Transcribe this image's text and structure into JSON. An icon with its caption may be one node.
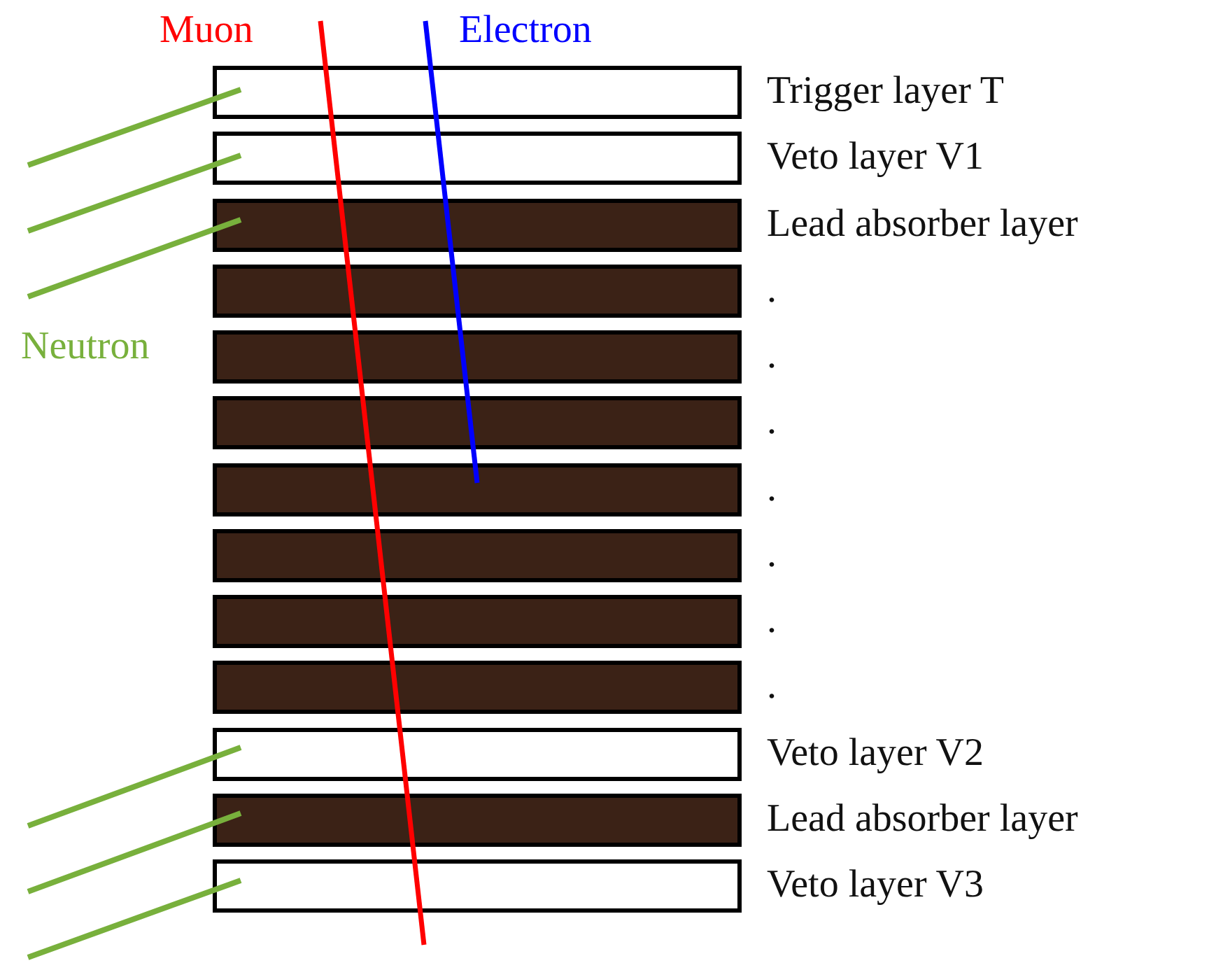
{
  "diagram": {
    "nodes": [
      {
        "text": [],
        "shape": "box",
        "beside": [
          "Trigger layer T"
        ]
      },
      {
        "text": [],
        "shape": "box",
        "beside": [
          "Veto layer V1"
        ]
      },
      {
        "text": [],
        "shape": "bar",
        "beside": [
          "Lead absorber layer"
        ]
      },
      {
        "text": [],
        "shape": "bar",
        "beside": [
          "."
        ]
      },
      {
        "text": [],
        "shape": "bar",
        "beside": [
          "."
        ]
      },
      {
        "text": [],
        "shape": "bar",
        "beside": [
          "."
        ]
      },
      {
        "text": [],
        "shape": "bar",
        "beside": [
          "."
        ]
      },
      {
        "text": [],
        "shape": "bar",
        "beside": [
          "."
        ]
      },
      {
        "text": [],
        "shape": "bar",
        "beside": [
          "."
        ]
      },
      {
        "text": [],
        "shape": "bar",
        "beside": [
          "."
        ]
      },
      {
        "text": [],
        "shape": "box",
        "beside": [
          "Veto layer V2"
        ]
      },
      {
        "text": [],
        "shape": "bar",
        "beside": [
          "Lead absorber layer"
        ]
      },
      {
        "text": [],
        "shape": "box",
        "beside": [
          "Veto layer V3"
        ]
      }
    ],
    "labels": [
      "Muon",
      "Electron",
      "Neutron"
    ]
  }
}
